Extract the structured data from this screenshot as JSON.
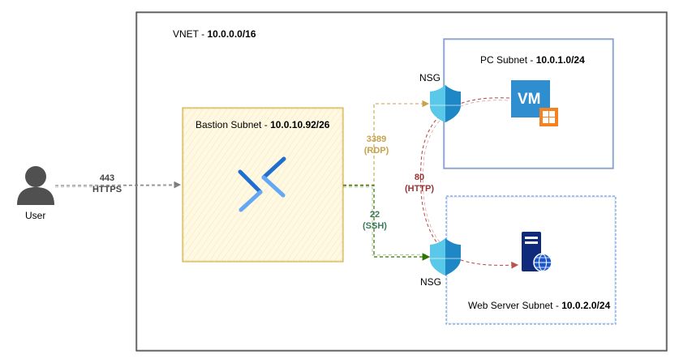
{
  "user": {
    "label": "User"
  },
  "user_edge": {
    "port": "443",
    "protocol": "HTTPS"
  },
  "vnet": {
    "name": "VNET",
    "sep": " - ",
    "cidr": "10.0.0.0/16"
  },
  "bastion": {
    "name": "Bastion Subnet",
    "sep": " - ",
    "cidr": "10.0.10.92/26"
  },
  "pc_subnet": {
    "name": "PC Subnet",
    "sep": " - ",
    "cidr": "10.0.1.0/24"
  },
  "web_subnet": {
    "name": "Web Server Subnet",
    "sep": " - ",
    "cidr": "10.0.2.0/24"
  },
  "nsg_top": {
    "label": "NSG"
  },
  "nsg_bottom": {
    "label": "NSG"
  },
  "vm": {
    "label": "VM"
  },
  "edge_rdp": {
    "port": "3389",
    "protocol": "(RDP)",
    "color": "#C8A24A"
  },
  "edge_ssh": {
    "port": "22",
    "protocol": "(SSH)",
    "color": "#3F7A5A"
  },
  "edge_http": {
    "port": "80",
    "protocol": "(HTTP)",
    "color": "#993333"
  },
  "colors": {
    "bastion_border": "#D6B656",
    "bastion_fill": "#FFF9E3",
    "pc_border": "#6C8EBF",
    "web_border": "#7EA6E0",
    "ssh_line": "#2D7600",
    "http_line": "#B85450"
  }
}
